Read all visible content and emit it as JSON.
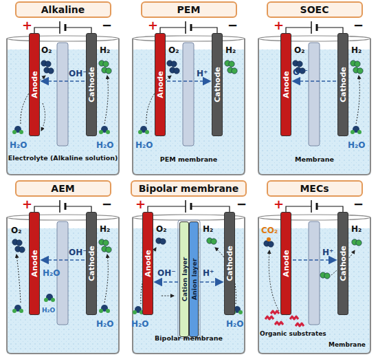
{
  "diagram": {
    "nodes": [
      {
        "text": [
          "Alkaline"
        ]
      },
      {
        "text": [
          "Anode"
        ]
      },
      {
        "text": [
          "Cathode"
        ]
      },
      {
        "text": [
          "PEM"
        ]
      },
      {
        "text": [
          "Anode"
        ]
      },
      {
        "text": [
          "Cathode"
        ]
      },
      {
        "text": [
          "SOEC"
        ]
      },
      {
        "text": [
          "Anode"
        ]
      },
      {
        "text": [
          "Cathode"
        ]
      },
      {
        "text": [
          "AEM"
        ]
      },
      {
        "text": [
          "Anode"
        ]
      },
      {
        "text": [
          "Cathode"
        ]
      },
      {
        "text": [
          "Bipolar membrane"
        ]
      },
      {
        "text": [
          "Anode"
        ]
      },
      {
        "text": [
          "Cation layer"
        ]
      },
      {
        "text": [
          "Anion layer"
        ]
      },
      {
        "text": [
          "Cathode"
        ]
      },
      {
        "text": [
          "MECs"
        ]
      },
      {
        "text": [
          "Anode"
        ]
      },
      {
        "text": [
          "Cathode"
        ]
      }
    ],
    "edges": [
      {
        "from": 2,
        "to": 1,
        "arrow": "to"
      },
      {
        "from": 4,
        "to": 5,
        "arrow": "to"
      },
      {
        "from": 8,
        "to": 7,
        "arrow": "to"
      },
      {
        "from": 11,
        "to": 10,
        "arrow": "to"
      },
      {
        "from": 14,
        "to": 13,
        "arrow": "to"
      },
      {
        "from": 15,
        "to": 16,
        "arrow": "to"
      },
      {
        "from": 18,
        "to": 19,
        "arrow": "to"
      }
    ],
    "labels": [
      "+",
      "−",
      "O₂",
      "OH⁻",
      "H₂",
      "H₂O",
      "H₂O",
      "Electrolyte (Alkaline solution)",
      "+",
      "−",
      "O₂",
      "H⁺",
      "H₂",
      "H₂O",
      "PEM membrane",
      "+",
      "−",
      "O₂",
      "O²⁻",
      "H₂",
      "H₂O",
      "Membrane",
      "+",
      "−",
      "O₂",
      "OH⁻",
      "H₂",
      "H₂O",
      "H₂O",
      "H₂O",
      "+",
      "−",
      "O₂",
      "OH⁻",
      "H⁺",
      "H₂",
      "H₂O",
      "H₂O",
      "Bipolar membrane",
      "+",
      "−",
      "CO₂",
      "H⁺",
      "H₂",
      "Organic substrates",
      "Membrane"
    ]
  }
}
